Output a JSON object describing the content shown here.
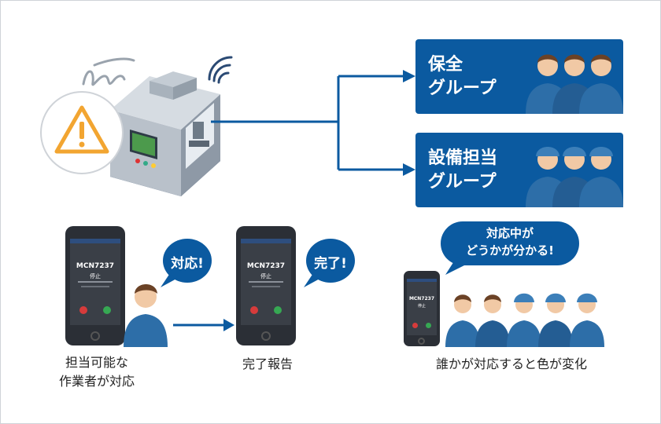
{
  "groups": [
    {
      "label_line1": "保全",
      "label_line2": "グループ"
    },
    {
      "label_line1": "設備担当",
      "label_line2": "グループ"
    }
  ],
  "bubbles": {
    "respond": "対応!",
    "done": "完了!",
    "status_line1": "対応中が",
    "status_line2": "どうかが分かる!"
  },
  "phone": {
    "machine_id": "MCN7237",
    "status": "停止"
  },
  "captions": {
    "responder_line1": "担当可能な",
    "responder_line2": "作業者が対応",
    "completion": "完了報告",
    "color_change": "誰かが対応すると色が変化"
  },
  "colors": {
    "primary_blue": "#0b5aa0",
    "warning_orange": "#f2a531",
    "worker_blue": "#2d6ea8",
    "machine_gray": "#8e99a6"
  }
}
